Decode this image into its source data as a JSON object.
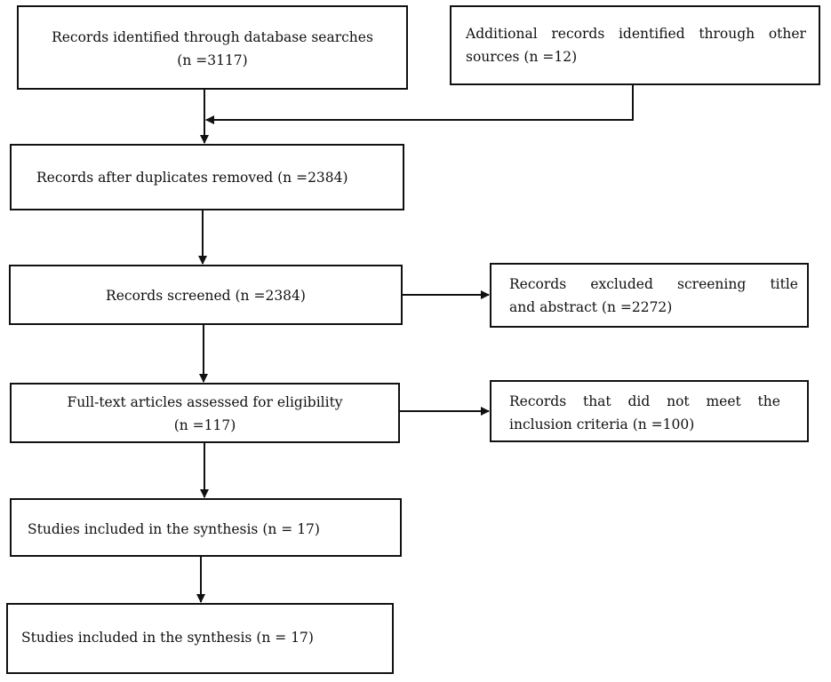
{
  "diagram": {
    "boxes": {
      "identified": {
        "lines": [
          "Records identified through database searches",
          "(n =3117)"
        ]
      },
      "additional": {
        "line1": [
          "Additional",
          "records",
          "identified",
          "through",
          "other"
        ],
        "line2": "sources (n =12)"
      },
      "duplicates": {
        "text": "Records after duplicates removed (n =2384)"
      },
      "screened": {
        "text": "Records screened (n =2384)"
      },
      "excluded": {
        "line1": [
          "Records",
          "excluded",
          "screening",
          "title"
        ],
        "line2": "and abstract (n =2272)"
      },
      "fulltext": {
        "lines": [
          "Full-text articles assessed for eligibility",
          "(n =117)"
        ]
      },
      "not_met": {
        "line1": [
          "Records",
          "that",
          "did",
          "not",
          "meet",
          "the"
        ],
        "line2": "inclusion criteria (n =100)"
      },
      "synthesis_1": {
        "text": "Studies included in the synthesis (n = 17)"
      },
      "synthesis_2": {
        "text": "Studies included in the synthesis (n = 17)"
      }
    },
    "colors": {
      "border": "#111111",
      "text": "#111111",
      "background": "#ffffff"
    }
  }
}
